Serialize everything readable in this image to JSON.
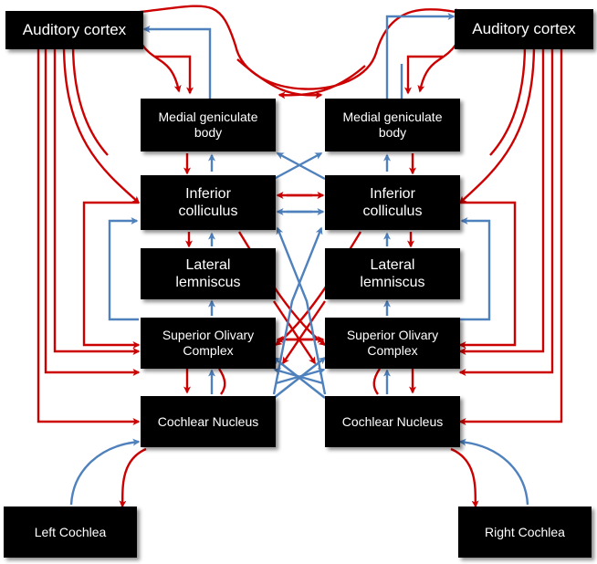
{
  "colors": {
    "descending": "#cc0000",
    "ascending": "#4f81bd",
    "box": "#000000",
    "label": "#ffffff"
  },
  "nodes": {
    "ac_left": "Auditory cortex",
    "ac_right": "Auditory cortex",
    "mgb_left_1": "Medial geniculate",
    "mgb_left_2": "body",
    "mgb_right_1": "Medial geniculate",
    "mgb_right_2": "body",
    "ic_left_1": "Inferior",
    "ic_left_2": "colliculus",
    "ic_right_1": "Inferior",
    "ic_right_2": "colliculus",
    "ll_left_1": "Lateral",
    "ll_left_2": "lemniscus",
    "ll_right_1": "Lateral",
    "ll_right_2": "lemniscus",
    "soc_left_1": "Superior Olivary",
    "soc_left_2": "Complex",
    "soc_right_1": "Superior Olivary",
    "soc_right_2": "Complex",
    "cn_left": "Cochlear Nucleus",
    "cn_right": "Cochlear Nucleus",
    "cochlea_left": "Left Cochlea",
    "cochlea_right": "Right Cochlea"
  }
}
